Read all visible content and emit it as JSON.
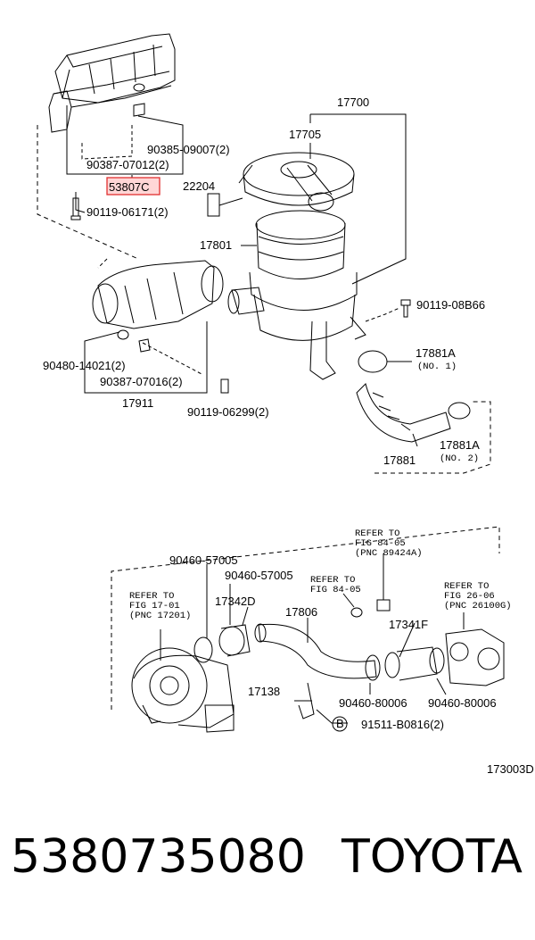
{
  "parts": {
    "p17700": "17700",
    "p17705": "17705",
    "p90385": "90385-09007(2)",
    "p90387a": "90387-07012(2)",
    "p53807": "53807C",
    "p22204": "22204",
    "p90119a": "90119-06171(2)",
    "p17801": "17801",
    "p90119b": "90119-08B66",
    "p17881a": "17881A",
    "no1": "(NO. 1)",
    "p90480": "90480-14021(2)",
    "p90387b": "90387-07016(2)",
    "p17911": "17911",
    "p90119c": "90119-06299(2)",
    "p17881": "17881",
    "p17881b": "17881A",
    "no2": "(NO. 2)",
    "ref8405a_1": "REFER TO",
    "ref8405a_2": "FIG 84-05",
    "ref8405a_3": "(PNC 89424A)",
    "p90460a": "90460-57005",
    "p90460b": "90460-57005",
    "ref8405b_1": "REFER TO",
    "ref8405b_2": "FIG 84-05",
    "ref2606_1": "REFER TO",
    "ref2606_2": "FIG 26-06",
    "ref2606_3": "(PNC 26100G)",
    "ref1701_1": "REFER TO",
    "ref1701_2": "FIG 17-01",
    "ref1701_3": "(PNC 17201)",
    "p17342d": "17342D",
    "p17806": "17806",
    "p17341f": "17341F",
    "p17138": "17138",
    "p90460c": "90460-80006",
    "p90460d": "90460-80006",
    "circleB": "B",
    "p91511": "91511-B0816(2)",
    "figcode": "173003D"
  },
  "caption": {
    "part_number": "5380735080",
    "brand": "TOYOTA"
  },
  "colors": {
    "highlight_border": "#e03030",
    "highlight_fill": "#ffd6d6",
    "ink": "#000000"
  }
}
